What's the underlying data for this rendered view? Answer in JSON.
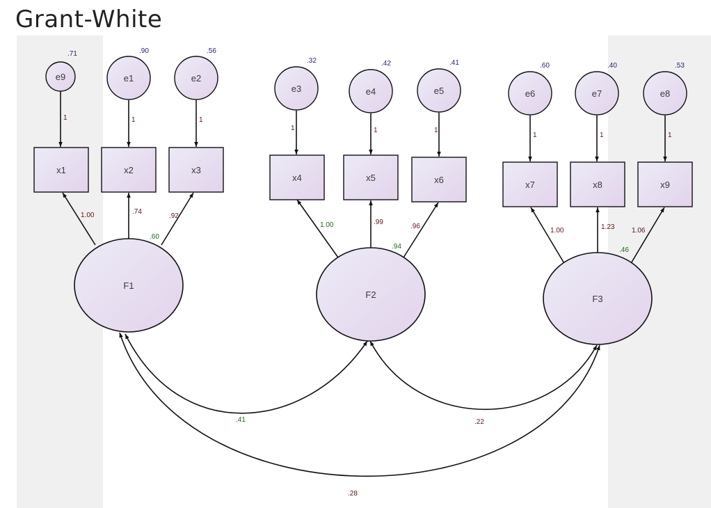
{
  "title": "Grant-White",
  "colors": {
    "node_fill_light": "#ecebf6",
    "node_fill_dark": "#e3d3ec",
    "stroke": "#111111",
    "variance_label": "#2a2270",
    "loading_label": "#5a1414",
    "latent_variance_label": "#1a6b1a"
  },
  "latent_factors": [
    {
      "id": "F1",
      "label": "F1",
      "variance": ".60"
    },
    {
      "id": "F2",
      "label": "F2",
      "variance": ".94"
    },
    {
      "id": "F3",
      "label": "F3",
      "variance": ".46"
    }
  ],
  "observed_variables": [
    {
      "id": "x1",
      "label": "x1",
      "factor": "F1",
      "loading": "1.00",
      "error": "e9"
    },
    {
      "id": "x2",
      "label": "x2",
      "factor": "F1",
      "loading": ".74",
      "error": "e1"
    },
    {
      "id": "x3",
      "label": "x3",
      "factor": "F1",
      "loading": ".92",
      "error": "e2"
    },
    {
      "id": "x4",
      "label": "x4",
      "factor": "F2",
      "loading": "1.00",
      "error": "e3"
    },
    {
      "id": "x5",
      "label": "x5",
      "factor": "F2",
      "loading": ".99",
      "error": "e4"
    },
    {
      "id": "x6",
      "label": "x6",
      "factor": "F2",
      "loading": ".96",
      "error": "e5"
    },
    {
      "id": "x7",
      "label": "x7",
      "factor": "F3",
      "loading": "1.00",
      "error": "e6"
    },
    {
      "id": "x8",
      "label": "x8",
      "factor": "F3",
      "loading": "1.23",
      "error": "e7"
    },
    {
      "id": "x9",
      "label": "x9",
      "factor": "F3",
      "loading": "1.06",
      "error": "e8"
    }
  ],
  "error_terms": [
    {
      "id": "e9",
      "label": "e9",
      "variance": ".71",
      "path": "1"
    },
    {
      "id": "e1",
      "label": "e1",
      "variance": ".90",
      "path": "1"
    },
    {
      "id": "e2",
      "label": "e2",
      "variance": ".56",
      "path": "1"
    },
    {
      "id": "e3",
      "label": "e3",
      "variance": ".32",
      "path": "1"
    },
    {
      "id": "e4",
      "label": "e4",
      "variance": ".42",
      "path": "1"
    },
    {
      "id": "e5",
      "label": "e5",
      "variance": ".41",
      "path": "1"
    },
    {
      "id": "e6",
      "label": "e6",
      "variance": ".60",
      "path": "1"
    },
    {
      "id": "e7",
      "label": "e7",
      "variance": ".40",
      "path": "1"
    },
    {
      "id": "e8",
      "label": "e8",
      "variance": ".53",
      "path": "1"
    }
  ],
  "covariances": [
    {
      "from": "F1",
      "to": "F2",
      "value": ".41"
    },
    {
      "from": "F2",
      "to": "F3",
      "value": ".22"
    },
    {
      "from": "F1",
      "to": "F3",
      "value": ".28"
    }
  ]
}
